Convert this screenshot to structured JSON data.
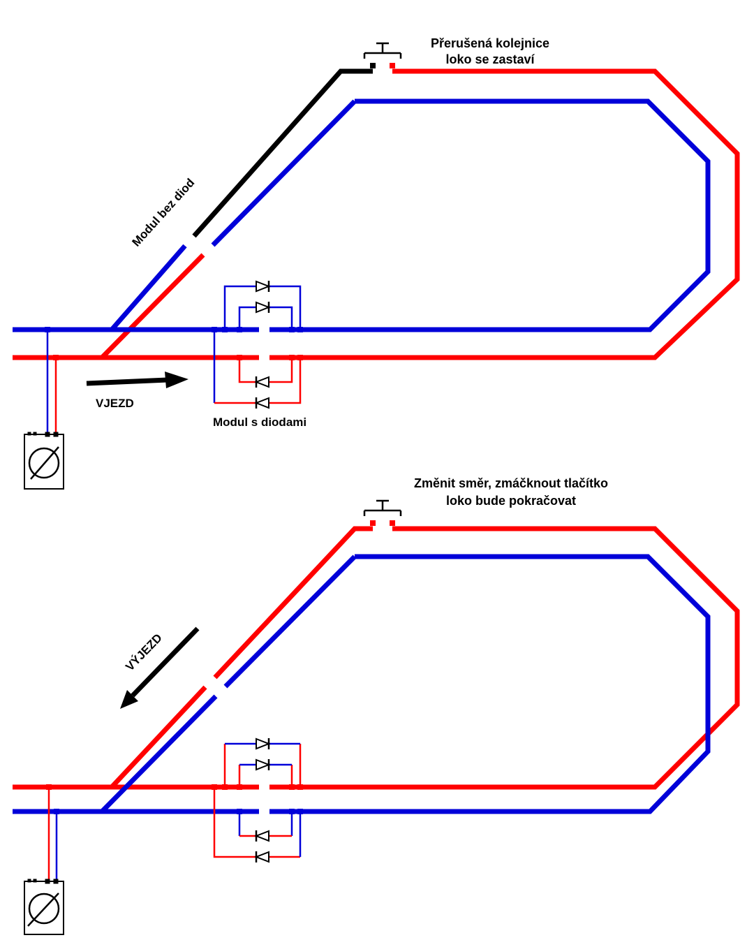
{
  "colors": {
    "rail_red": "#ff0000",
    "rail_blue": "#0000d9",
    "wire_black": "#000000"
  },
  "icons": {
    "diode": "triangle-with-cathode-bar",
    "push_button": "momentary-switch-symbol",
    "controller": "throttle-knob-circle-with-pointer"
  },
  "top": {
    "caption_line1": "Přerušená kolejnice",
    "caption_line2": "loko se zastaví",
    "module_no_diodes_label": "Modul bez diod",
    "module_diodes_label": "Modul s diodami",
    "direction_label": "VJEZD"
  },
  "bottom": {
    "caption_line1": "Změnit směr, zmáčknout tlačítko",
    "caption_line2": "loko bude pokračovat",
    "direction_label": "VÝJEZD"
  }
}
